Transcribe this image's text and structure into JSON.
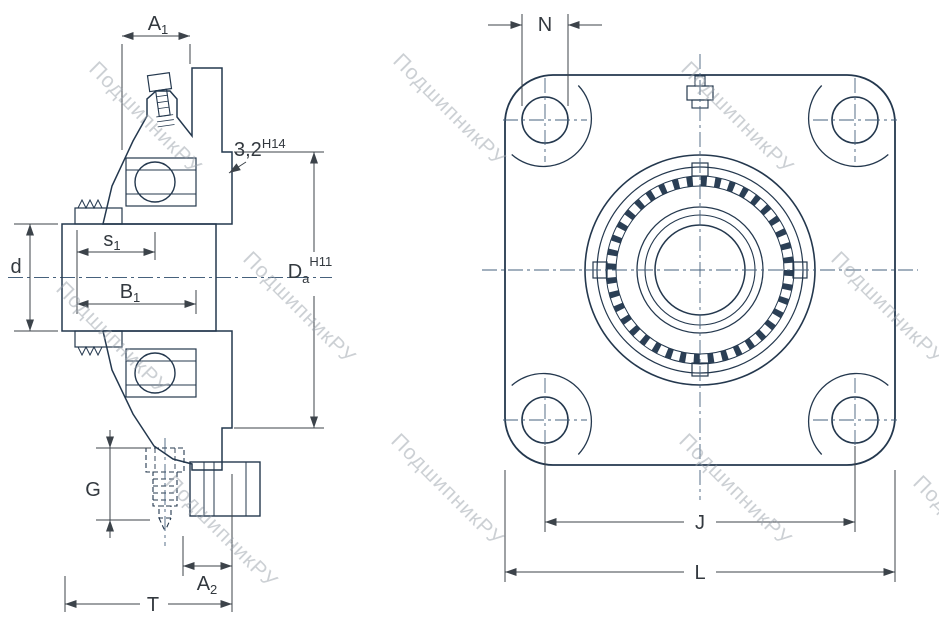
{
  "watermark": {
    "text": "ПодшипникРУ"
  },
  "colors": {
    "housing_fill": "#c9ddf2",
    "housing_hatch": "#a6c3e3",
    "shaft_fill": "#d9d9d9",
    "bore_fill": "#d9d9d9",
    "outline": "#24384e",
    "dimension_lines": "#3c434a",
    "centerline": "#46617c",
    "watermark_gray": "#9aa2ab"
  },
  "left_view": {
    "dims": {
      "a1": {
        "base": "A",
        "sub": "1"
      },
      "groove": {
        "value": "3,2",
        "tol": "H14"
      },
      "s1": {
        "base": "s",
        "sub": "1"
      },
      "d": {
        "base": "d"
      },
      "b1": {
        "base": "B",
        "sub": "1"
      },
      "da": {
        "base": "D",
        "sub": "a",
        "tol": "H11"
      },
      "g": {
        "base": "G"
      },
      "a2": {
        "base": "A",
        "sub": "2"
      },
      "t": {
        "base": "T"
      }
    }
  },
  "right_view": {
    "dims": {
      "n": {
        "base": "N"
      },
      "j": {
        "base": "J"
      },
      "l": {
        "base": "L"
      }
    }
  }
}
